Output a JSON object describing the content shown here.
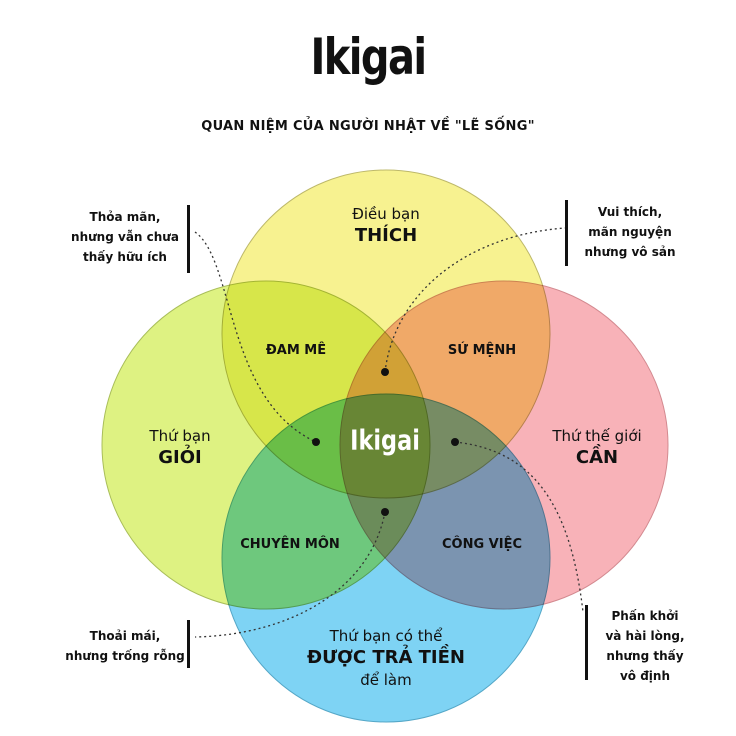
{
  "title": "Ikigai",
  "subtitle": "QUAN NIỆM CỦA NGƯỜI NHẬT VỀ \"LẼ SỐNG\"",
  "circles": {
    "love": {
      "line1": "Điều bạn",
      "line2": "THÍCH",
      "color": "#f6f07c"
    },
    "good": {
      "line1": "Thứ bạn",
      "line2": "GIỎI",
      "color": "#d8f06c"
    },
    "need": {
      "line1": "Thứ thế giới",
      "line2": "CẦN",
      "color": "#f7a4ab"
    },
    "paid": {
      "line1": "Thứ bạn có thể",
      "line2": "ĐƯỢC TRẢ TIỀN",
      "line3": "để làm",
      "color": "#67cbf2"
    }
  },
  "zones": {
    "passion": "ĐAM MÊ",
    "mission": "SỨ MỆNH",
    "profession": "CHUYÊN MÔN",
    "vocation": "CÔNG VIỆC",
    "center": "Ikigai"
  },
  "notes": {
    "top_left": [
      "Thỏa mãn,",
      "nhưng vẫn chưa",
      "thấy hữu ích"
    ],
    "top_right": [
      "Vui thích,",
      "mãn nguyện",
      "nhưng vô sản"
    ],
    "bottom_left": [
      "Thoải mái,",
      "nhưng trống rỗng"
    ],
    "bottom_right": [
      "Phấn khởi",
      "và hài lòng,",
      "nhưng thấy",
      "vô định"
    ]
  }
}
